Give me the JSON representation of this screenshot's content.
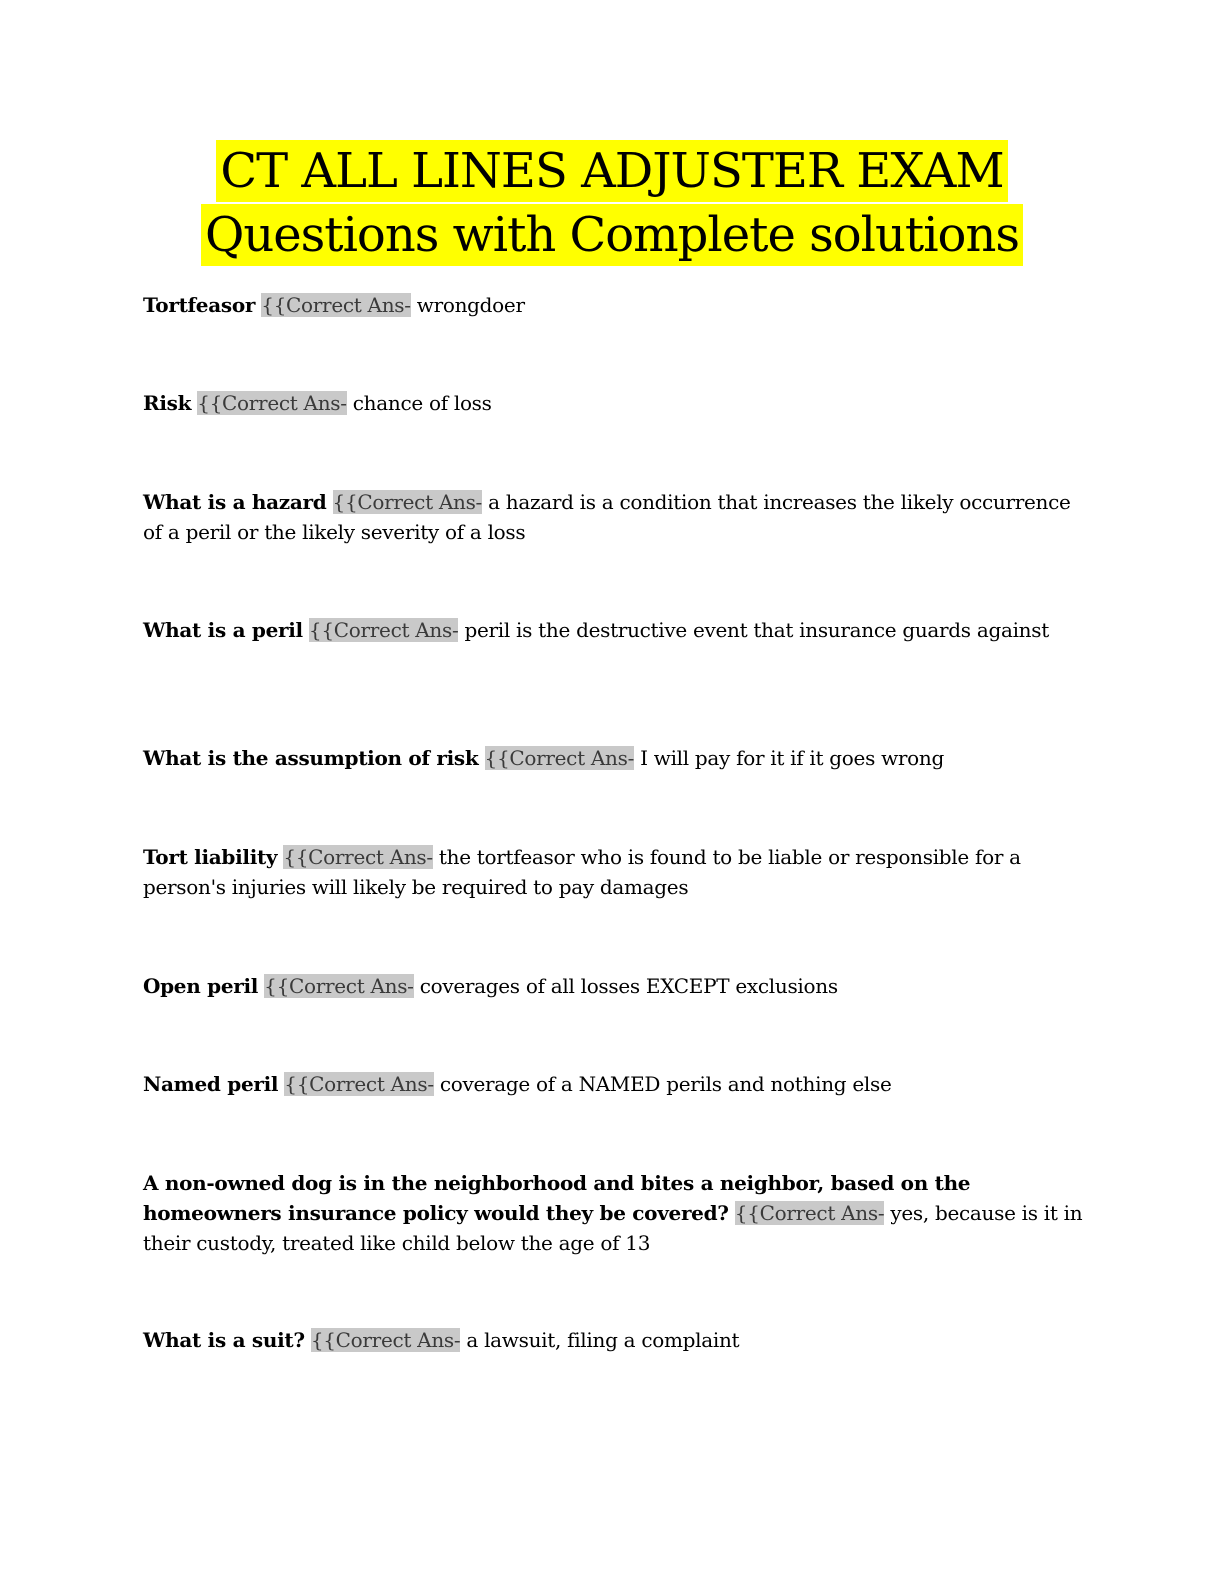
{
  "document": {
    "title_line_1": "CT ALL LINES ADJUSTER EXAM",
    "title_line_2": "Questions with Complete solutions",
    "answer_tag": "{{Correct Ans-",
    "colors": {
      "title_highlight": "#ffff00",
      "answer_tag_highlight": "#c9c9c9"
    },
    "items": [
      {
        "question": "Tortfeasor",
        "answer": "wrongdoer"
      },
      {
        "question": "Risk",
        "answer": "chance of loss"
      },
      {
        "question": "What is a hazard",
        "answer": "a hazard is a condition that increases the likely occurrence of a peril or the likely severity of a loss"
      },
      {
        "question": "What is a peril",
        "answer": "peril is the destructive event that insurance guards against"
      },
      {
        "question": "What is the assumption of risk",
        "answer": "I will pay for it if it goes wrong"
      },
      {
        "question": "Tort liability",
        "answer": "the tortfeasor who is found to be liable or responsible for a person's injuries will likely be required to pay damages"
      },
      {
        "question": "Open peril",
        "answer": "coverages of all losses EXCEPT exclusions"
      },
      {
        "question": "Named peril",
        "answer": "coverage of a NAMED perils and nothing else"
      },
      {
        "question": "A non-owned dog is in the neighborhood and bites a neighbor, based on the homeowners insurance policy would they be covered?",
        "answer": "yes, because is it in their custody, treated like child below the age of 13"
      },
      {
        "question": "What is a suit?",
        "answer": "a lawsuit, filing a complaint"
      }
    ]
  }
}
